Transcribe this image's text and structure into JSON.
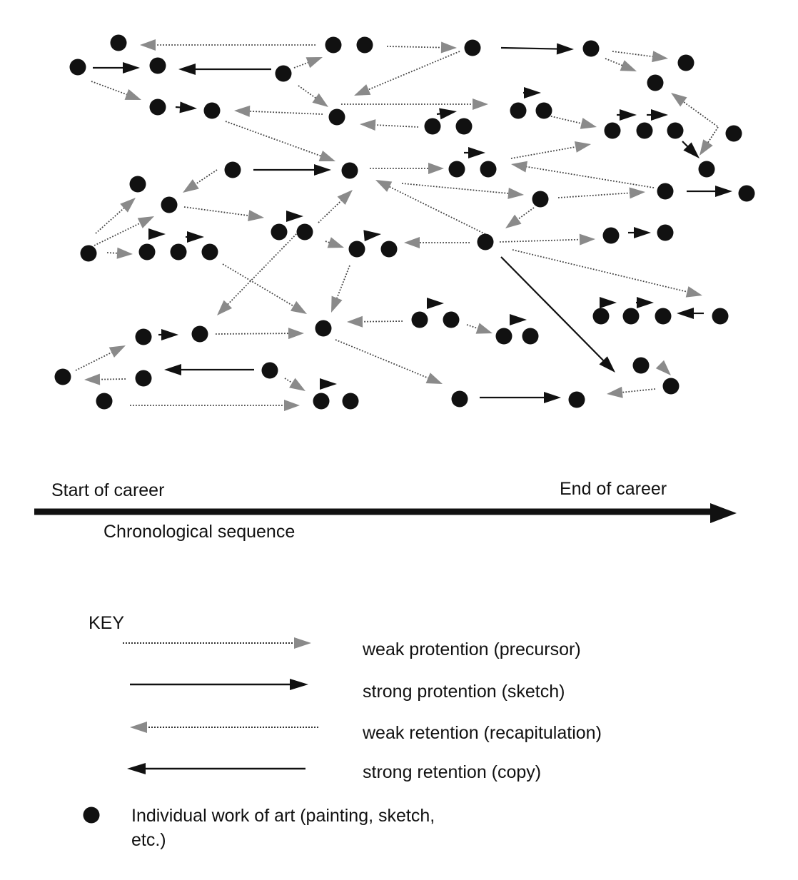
{
  "timeline": {
    "start_label": "Start of career",
    "end_label": "End of career",
    "axis_label": "Chronological sequence"
  },
  "key": {
    "title": "KEY",
    "items": [
      {
        "style": "weak-forward",
        "label": "weak protention (precursor)"
      },
      {
        "style": "strong-forward",
        "label": "strong protention (sketch)"
      },
      {
        "style": "weak-backward",
        "label": "weak  retention (recapitulation)"
      },
      {
        "style": "strong-backward",
        "label": "strong  retention (copy)"
      }
    ],
    "node_label_line1": "Individual work of art (painting, sketch,",
    "node_label_line2": "etc.)"
  },
  "colors": {
    "ink": "#111111",
    "weak_arrowhead": "#8a8a8a"
  }
}
